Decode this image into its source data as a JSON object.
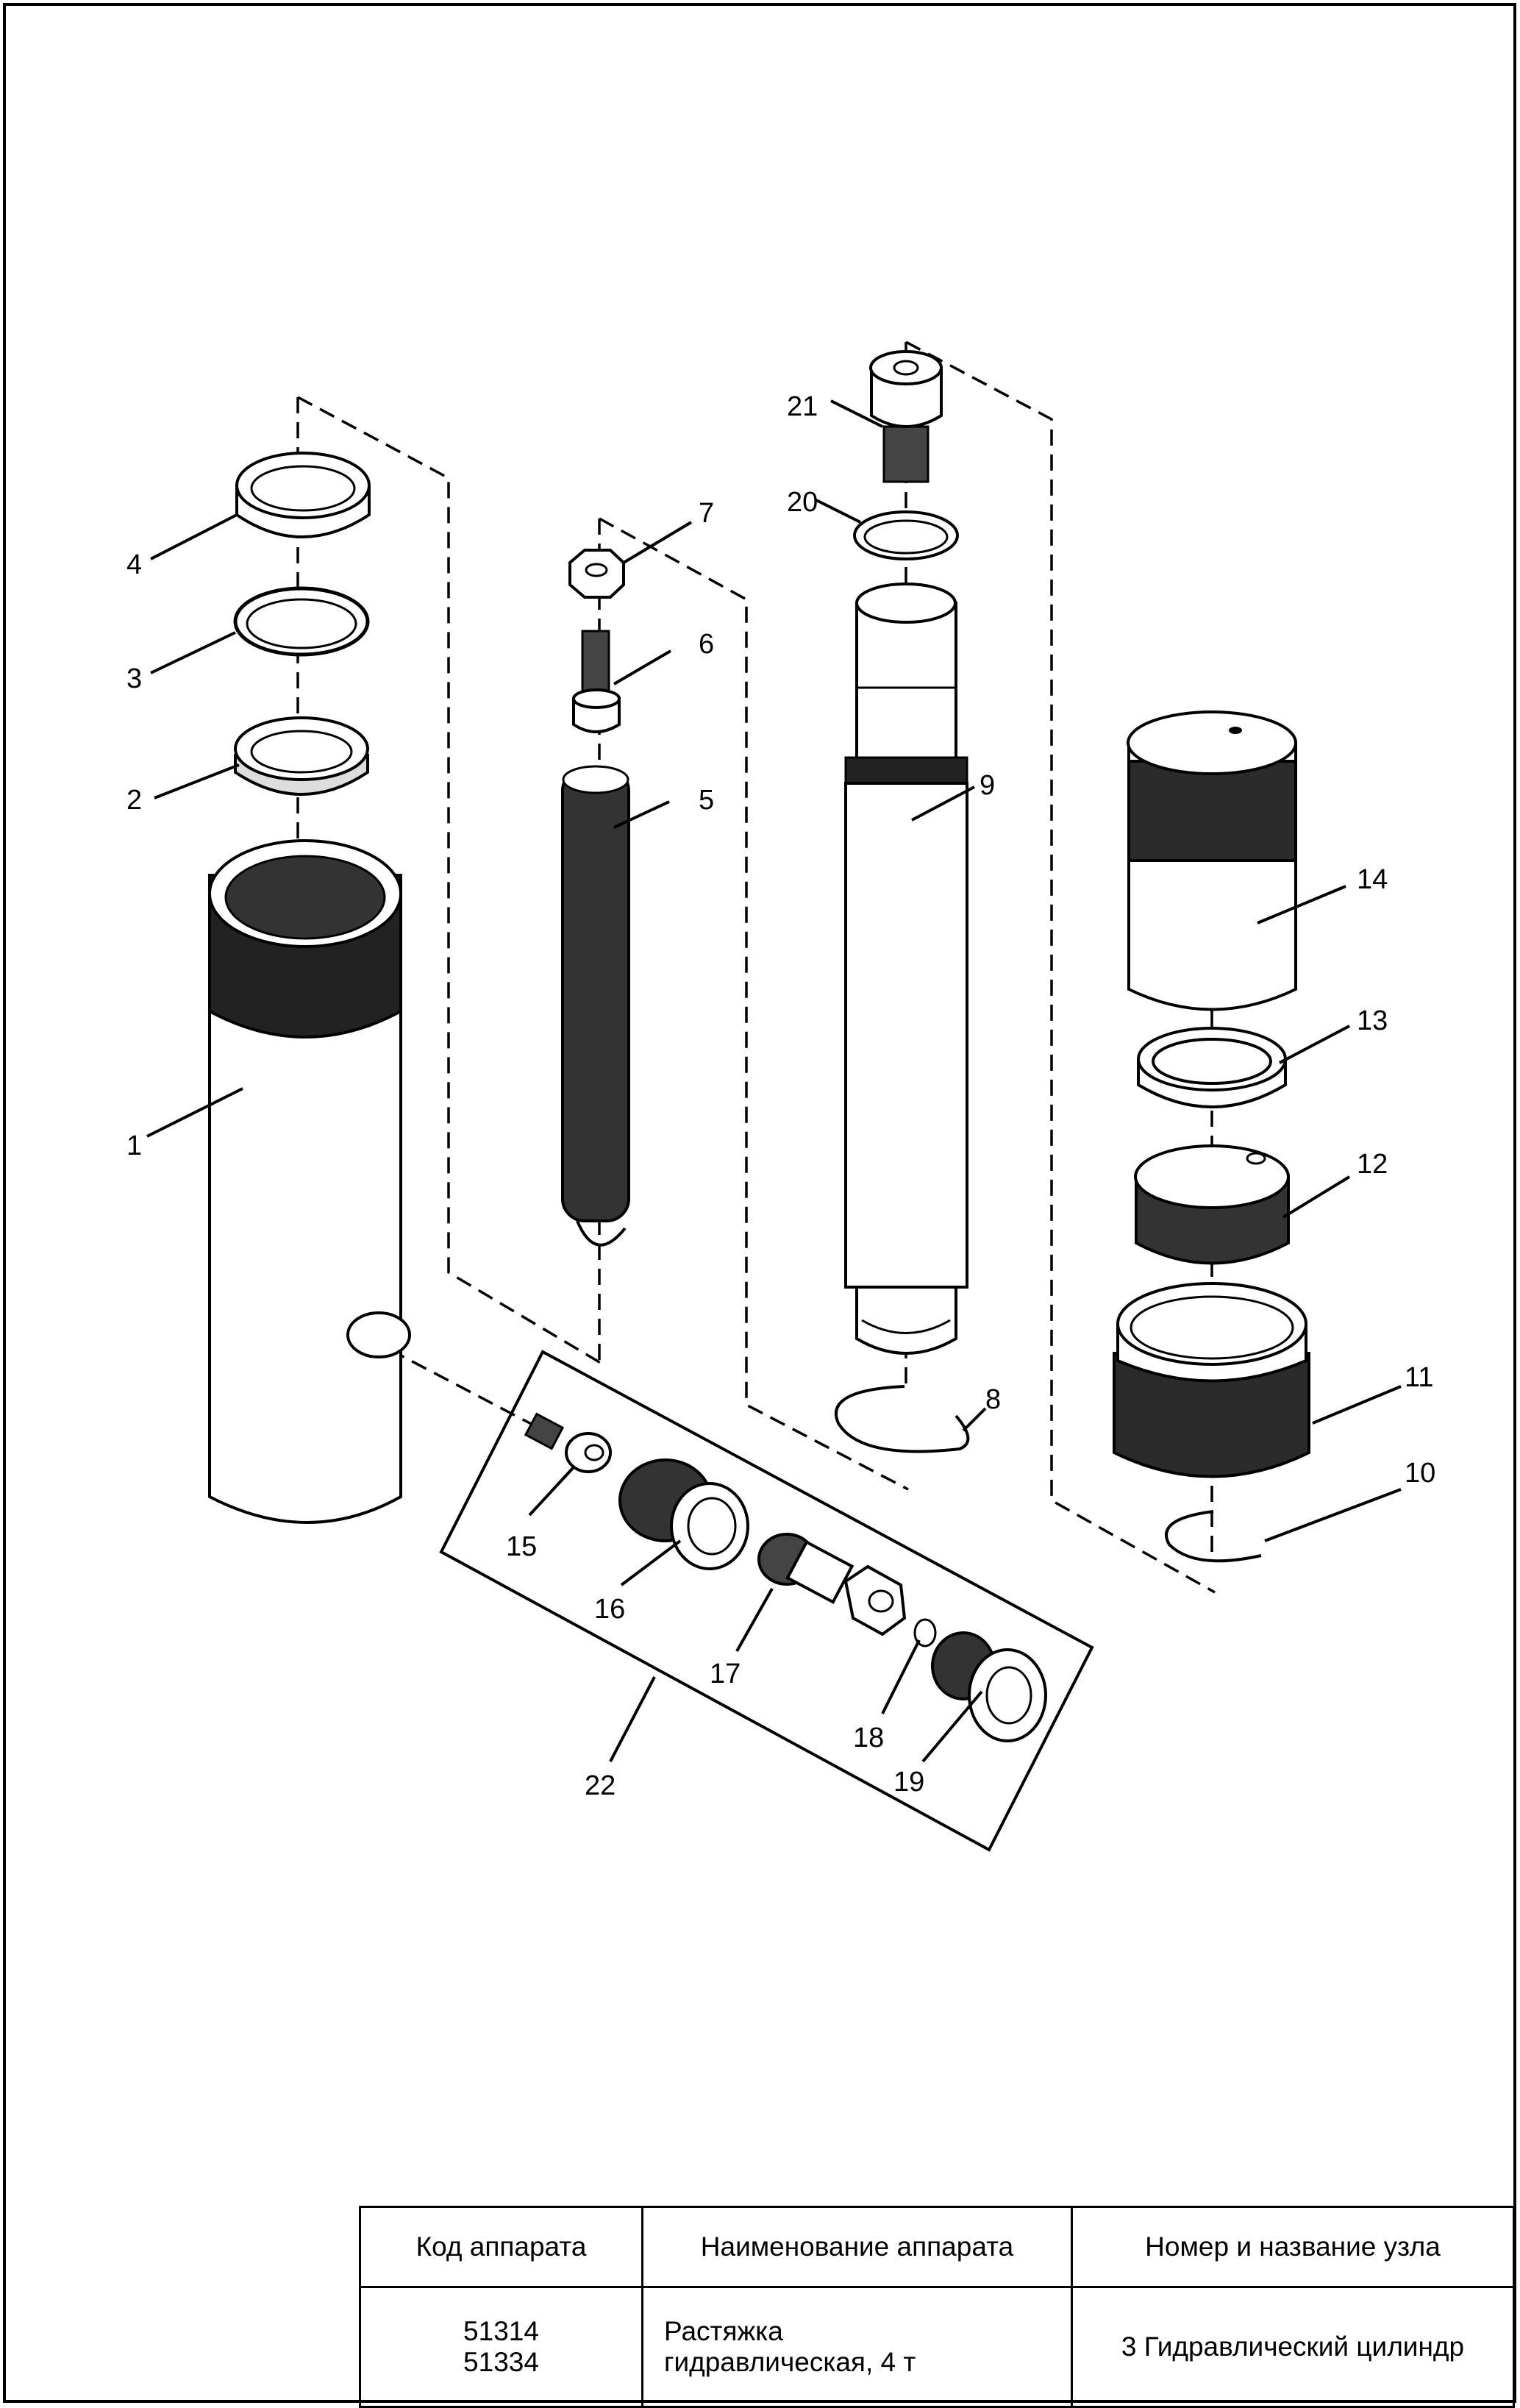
{
  "callouts": [
    "1",
    "2",
    "3",
    "4",
    "5",
    "6",
    "7",
    "8",
    "9",
    "10",
    "11",
    "12",
    "13",
    "14",
    "15",
    "16",
    "17",
    "18",
    "19",
    "20",
    "21",
    "22"
  ],
  "title_block": {
    "headers": [
      "Код аппарата",
      "Наименование аппарата",
      "Номер и название узла"
    ],
    "codes": [
      "51314",
      "51334"
    ],
    "device_name_line1": "Растяжка",
    "device_name_line2": "гидравлическая, 4 т",
    "assembly": "3 Гидравлический цилиндр"
  }
}
